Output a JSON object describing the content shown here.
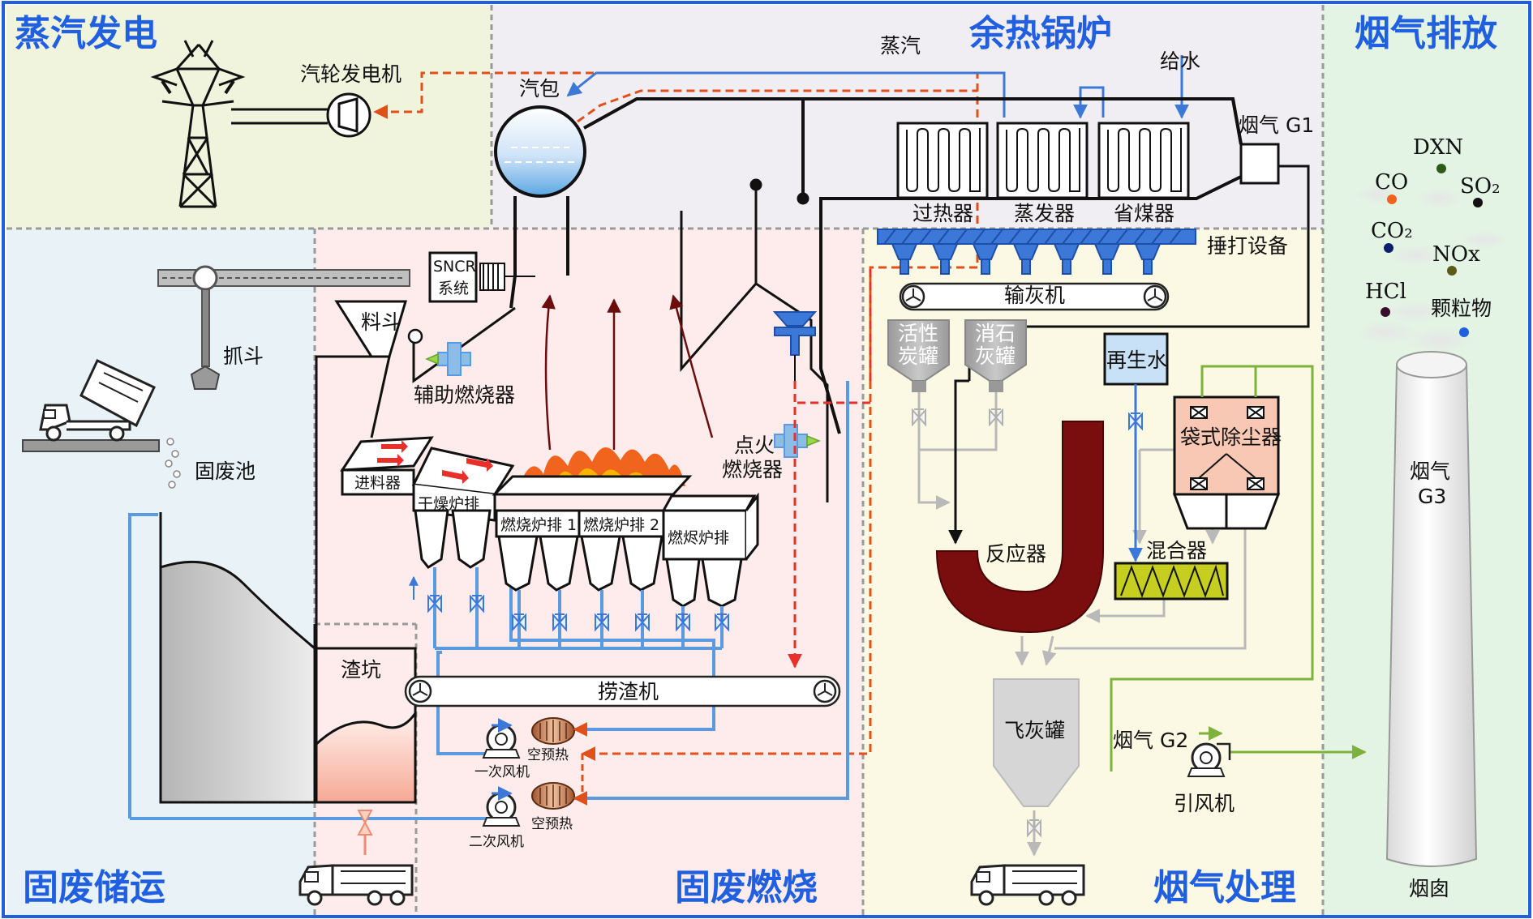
{
  "regions": {
    "power": "蒸汽发电",
    "boiler": "余热锅炉",
    "emission": "烟气排放",
    "storage": "固废储运",
    "combustion": "固废燃烧",
    "treatment": "烟气处理"
  },
  "labels": {
    "turbine": "汽轮发电机",
    "steam": "蒸汽",
    "drum": "汽包",
    "feedwater": "给水",
    "flue_g1": "烟气 G1",
    "superheater": "过热器",
    "evaporator": "蒸发器",
    "economizer": "省煤器",
    "rapper": "捶打设备",
    "ash_conveyor": "输灰机",
    "sncr_1": "SNCR",
    "sncr_2": "系统",
    "hopper": "料斗",
    "grab": "抓斗",
    "aux_burner": "辅助燃烧器",
    "ignition_burner_1": "点火",
    "ignition_burner_2": "燃烧器",
    "waste_pit": "固废池",
    "feeder": "进料器",
    "dry_grate": "干燥炉排",
    "burn_grate_1": "燃烧炉排 1",
    "burn_grate_2": "燃烧炉排 2",
    "burnout_grate": "燃烬炉排",
    "slag_pit": "渣坑",
    "slag_remover": "捞渣机",
    "primary_fan": "一次风机",
    "secondary_fan": "二次风机",
    "air_preheat_1": "空预热",
    "air_preheat_2": "空预热",
    "carbon_tank_1": "活性",
    "carbon_tank_2": "炭罐",
    "lime_tank_1": "消石",
    "lime_tank_2": "灰罐",
    "recycled_water": "再生水",
    "bag_filter": "袋式除尘器",
    "reactor": "反应器",
    "mixer": "混合器",
    "fly_ash_tank": "飞灰罐",
    "flue_g2": "烟气 G2",
    "induced_fan": "引风机",
    "chimney": "烟囱",
    "flue_g3_1": "烟气",
    "flue_g3_2": "G3"
  },
  "pollutants": {
    "dxn": "DXN",
    "co": "CO",
    "so2": "SO₂",
    "co2": "CO₂",
    "nox": "NOx",
    "hcl": "HCl",
    "pm": "颗粒物"
  },
  "colors": {
    "region_title": "#1f5fe0",
    "steam_line": "#e0501a",
    "water_line": "#3b78d8",
    "ash_line": "#b9b9b9",
    "flue_line": "#7db33a",
    "reactor": "#7a0d0d",
    "slag": "#f6b3a6",
    "bg_power": "#f1f4dd",
    "bg_boiler": "#f0edf3",
    "bg_emission": "#e3f4e4",
    "bg_storage": "#e9f3f7",
    "bg_combustion": "#fdeceb",
    "bg_treatment": "#fbf9e3"
  },
  "icons": [
    "power-tower-icon",
    "turbine-icon",
    "truck-icon",
    "dump-truck-icon",
    "fan-icon",
    "valve-icon",
    "flame-icon",
    "burner-icon"
  ]
}
